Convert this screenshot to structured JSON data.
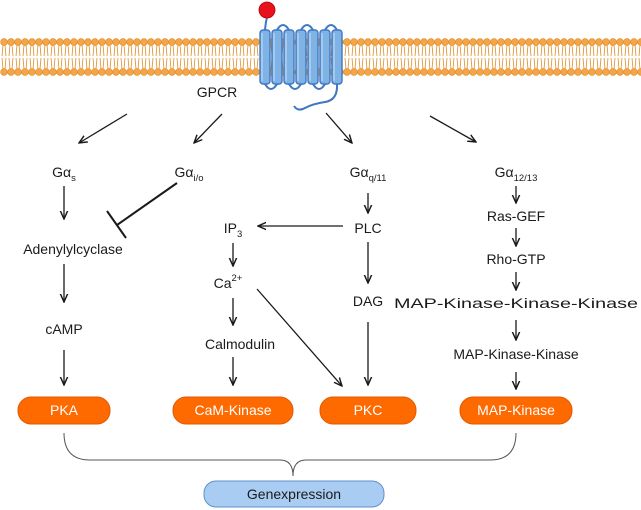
{
  "receptor": {
    "label": "GPCR"
  },
  "colors": {
    "membrane": "#f3a54a",
    "membrane_dark": "#e08a23",
    "receptor_fill": "#7fb2e5",
    "receptor_stroke": "#3f78c0",
    "ligand": "#e8121c",
    "kinase_box": "#ff6a00",
    "kinase_box_stroke": "#e05800",
    "output_box": "#a9cdf2",
    "output_box_stroke": "#5d8fcc",
    "arrow": "#1a1a1a"
  },
  "g_proteins": {
    "gs": {
      "base": "Gα",
      "sub": "s"
    },
    "gio": {
      "base": "Gα",
      "sub": "i/o"
    },
    "gq": {
      "base": "Gα",
      "sub": "q/11"
    },
    "g1213": {
      "base": "Gα",
      "sub": "12/13"
    }
  },
  "nodes": {
    "adenylylcyclase": "Adenylylcyclase",
    "camp": "cAMP",
    "ip3": {
      "base": "IP",
      "sub": "3"
    },
    "ca": {
      "base": "Ca",
      "sup": "2+"
    },
    "calmodulin": "Calmodulin",
    "plc": "PLC",
    "dag": "DAG",
    "ras_gef": "Ras-GEF",
    "rho_gtp": "Rho-GTP",
    "mapkkk": "MAP-Kinase-Kinase-Kinase",
    "mapkk": "MAP-Kinase-Kinase"
  },
  "kinases": {
    "pka": "PKA",
    "cam_kinase": "CaM-Kinase",
    "pkc": "PKC",
    "map_kinase": "MAP-Kinase"
  },
  "output": {
    "label": "Genexpression"
  }
}
